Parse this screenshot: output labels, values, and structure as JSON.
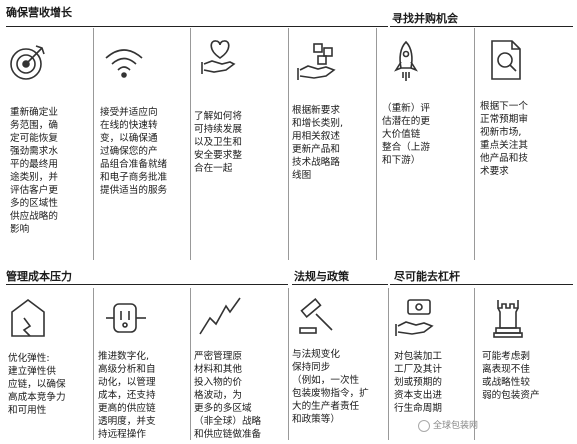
{
  "sections": {
    "ensure_growth": {
      "title": "确保营收增长"
    },
    "find_acquisition": {
      "title": "寻找并购机会"
    },
    "manage_cost": {
      "title": "管理成本压力"
    },
    "regulation": {
      "title": "法规与政策"
    },
    "leverage": {
      "title": "尽可能去杠杆"
    }
  },
  "items": [
    {
      "icon": "target-icon",
      "text": "重新确定业\n务范围，确\n定可能恢复\n强劲需求水\n平的最终用\n途类别，并\n评估客户更\n多的区域性\n供应战略的\n影响"
    },
    {
      "icon": "wifi-icon",
      "text": "接受并适应向\n在线的快速转\n变，以确保通\n过确保您的产\n品组合准备就绪\n和电子商务批准\n提供适当的服务"
    },
    {
      "icon": "heart-hand-icon",
      "text": "了解如何将\n可持续发展\n以及卫生和\n安全要求整\n合在一起"
    },
    {
      "icon": "hand-boxes-icon",
      "text": "根据新要求\n和增长类别,\n用相关叙述\n更新产品和\n技术战略路\n线图"
    },
    {
      "icon": "rocket-icon",
      "text": "（重新）评\n估潜在的更\n大价值链\n整合（上游\n和下游）"
    },
    {
      "icon": "document-search-icon",
      "text": "根据下一个\n正常预期审\n视新市场,\n重点关注其\n他产品和技\n术要求"
    },
    {
      "icon": "house-icon",
      "text": "优化弹性:\n建立弹性供\n应链，以确保\n高成本竞争力\n和可用性"
    },
    {
      "icon": "plug-icon",
      "text": "推进数字化,\n高级分析和自\n动化，以管理\n成本，还支持\n更高的供应链\n透明度，并支\n持远程操作"
    },
    {
      "icon": "trend-line-icon",
      "text": "严密管理原\n材料和其他\n投入物的价\n格波动，为\n更多的多区域\n（非全球）战略\n和供应链做准备"
    },
    {
      "icon": "gavel-icon",
      "text": "与法规变化\n保持同步\n（例如，一次性\n包装废物指令，扩\n大的生产者责任\n和政策等）"
    },
    {
      "icon": "hand-money-icon",
      "text": "对包装加工\n工厂及其计\n划或预期的\n资本支出进\n行生命周期"
    },
    {
      "icon": "chess-rook-icon",
      "text": "可能考虑剥\n离表现不佳\n或战略性较\n弱的包装资产"
    }
  ],
  "watermark": {
    "text": "全球包装网"
  }
}
